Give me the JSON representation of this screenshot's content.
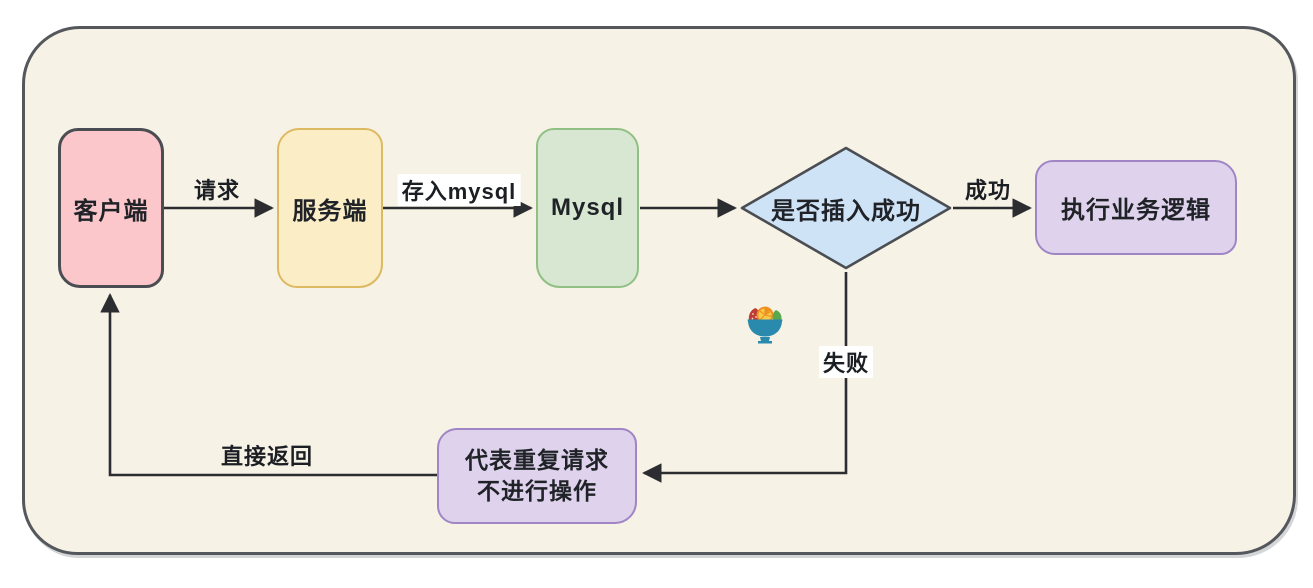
{
  "diagram": {
    "nodes": {
      "client": {
        "label": "客户端"
      },
      "server": {
        "label": "服务端"
      },
      "mysql": {
        "label": "Mysql"
      },
      "decision": {
        "label": "是否插入成功"
      },
      "execute": {
        "label": "执行业务逻辑"
      },
      "duplicate": {
        "line1": "代表重复请求",
        "line2": "不进行操作"
      }
    },
    "edge_labels": {
      "request": "请求",
      "store_mysql": "存入mysql",
      "success": "成功",
      "failure": "失败",
      "direct_return": "直接返回"
    },
    "icons": {
      "fruit_bowl": "fruit-bowl-icon"
    },
    "colors": {
      "page_background": "#ffffff",
      "frame_fill": "#f7f2e6",
      "frame_border": "#54575c",
      "client_fill": "#fbc7cb",
      "client_border": "#4a4d52",
      "server_fill": "#fbeec6",
      "server_border": "#ddba62",
      "mysql_fill": "#d8e7d2",
      "mysql_border": "#90c083",
      "decision_fill": "#cfe3f7",
      "decision_border": "#4a4d52",
      "purple_fill": "#ded2ec",
      "purple_border": "#a186c6",
      "arrow_stroke": "#2b2d31",
      "text_color": "#1f2227"
    }
  }
}
